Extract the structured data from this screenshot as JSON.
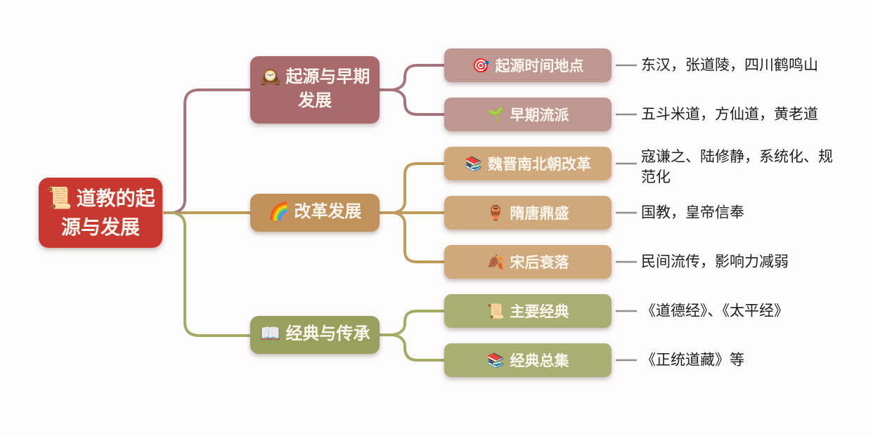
{
  "root": {
    "icon": "📜",
    "label": "道教的起源与发展",
    "bg": "#c83831"
  },
  "palette": {
    "background": "#fdfcfd",
    "leaf_dash": "#8e8e8e",
    "note_text": "#1e1e1e",
    "node_text": "#fdf6ee"
  },
  "branches": [
    {
      "icon": "🕰️",
      "label": "起源与早期发展",
      "bg": "#a96a6e",
      "line": "#a4737c",
      "child_bg": "#bf9792",
      "children": [
        {
          "icon": "🎯",
          "label": "起源时间地点",
          "note": "东汉，张道陵，四川鹤鸣山"
        },
        {
          "icon": "🌱",
          "label": "早期流派",
          "note": "五斗米道，方仙道，黄老道"
        }
      ]
    },
    {
      "icon": "🌈",
      "label": "改革发展",
      "bg": "#c0915a",
      "line": "#bf9a58",
      "child_bg": "#cfa87c",
      "children": [
        {
          "icon": "📚",
          "label": "魏晋南北朝改革",
          "note": "寇谦之、陆修静，系统化、规范化"
        },
        {
          "icon": "🏺",
          "label": "隋唐鼎盛",
          "note": "国教，皇帝信奉"
        },
        {
          "icon": "🍂",
          "label": "宋后衰落",
          "note": "民间流传，影响力减弱"
        }
      ]
    },
    {
      "icon": "📖",
      "label": "经典与传承",
      "bg": "#98a05e",
      "line": "#a6ab63",
      "child_bg": "#a9ae73",
      "children": [
        {
          "icon": "📜",
          "label": "主要经典",
          "note": "《道德经》、《太平经》"
        },
        {
          "icon": "📚",
          "label": "经典总集",
          "note": "《正统道藏》等"
        }
      ]
    }
  ]
}
